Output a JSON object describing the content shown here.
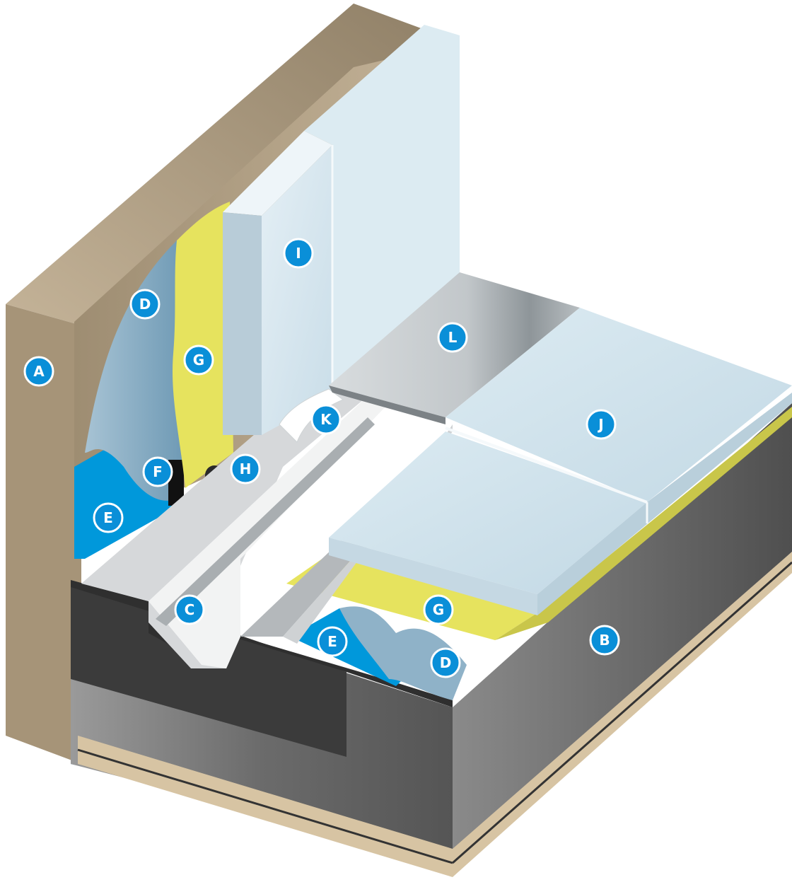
{
  "labels": {
    "A": "A",
    "B": "B",
    "C": "C",
    "D": "D",
    "E": "E",
    "F": "F",
    "G": "G",
    "H": "H",
    "I": "I",
    "J": "J",
    "K": "K",
    "L": "L"
  },
  "colors": {
    "wall": "#a69478",
    "wall_light": "#c2b196",
    "slab_dark": "#575757",
    "slab_top": "#3a3a3a",
    "membrane_blue": "#0098db",
    "adhesive_blue": "#7fa8c2",
    "yellow": "#e6e35e",
    "tile": "#d5e6ee",
    "tile_edge": "#b8ccd8",
    "steel": "#c8cccf",
    "badge": "#0a8fd8"
  }
}
